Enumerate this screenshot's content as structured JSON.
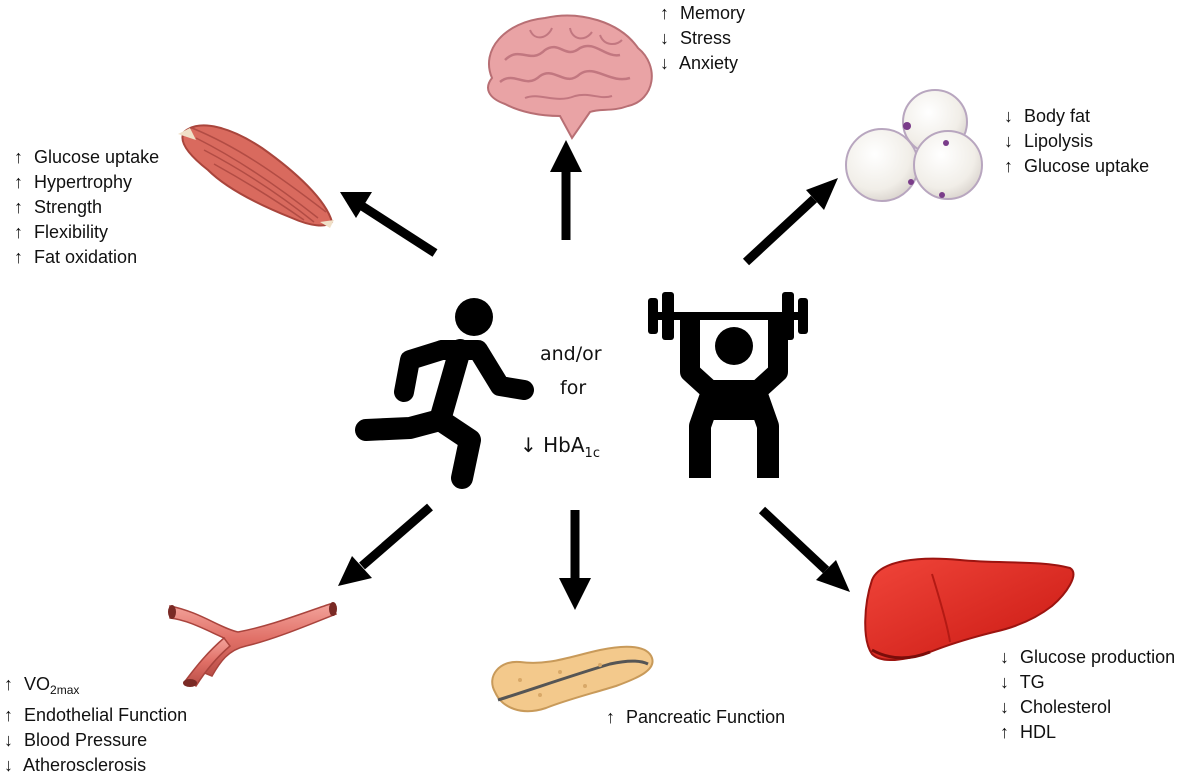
{
  "colors": {
    "arrow": "#000000",
    "brain": "#e8a0a3",
    "muscle": "#d86a5f",
    "fat_cell": "#f4f1ec",
    "vessel": "#e06f66",
    "pancreas": "#f2c98d",
    "liver": "#e8251f",
    "icon": "#000000"
  },
  "icons": {
    "runner": "runner-icon",
    "weightlifter": "weightlifter-icon"
  },
  "center": {
    "connector_line1": "and/or",
    "connector_line2": "for",
    "hba_arrow": "↓",
    "hba_main": "HbA",
    "hba_sub": "1c"
  },
  "brain": [
    {
      "arrow": "↑",
      "text": "Memory"
    },
    {
      "arrow": "↓",
      "text": "Stress"
    },
    {
      "arrow": "↓",
      "text": "Anxiety"
    }
  ],
  "muscle": [
    {
      "arrow": "↑",
      "text": "Glucose uptake"
    },
    {
      "arrow": "↑",
      "text": "Hypertrophy"
    },
    {
      "arrow": "↑",
      "text": "Strength"
    },
    {
      "arrow": "↑",
      "text": "Flexibility"
    },
    {
      "arrow": "↑",
      "text": "Fat oxidation"
    }
  ],
  "adipose": [
    {
      "arrow": "↓",
      "text": "Body fat"
    },
    {
      "arrow": "↓",
      "text": "Lipolysis"
    },
    {
      "arrow": "↑",
      "text": "Glucose uptake"
    }
  ],
  "vessel": {
    "vo2_arrow": "↑",
    "vo2_main": "VO",
    "vo2_sub": "2max",
    "items": [
      {
        "arrow": "↑",
        "text": "Endothelial Function"
      },
      {
        "arrow": "↓",
        "text": "Blood Pressure"
      },
      {
        "arrow": "↓",
        "text": "Atherosclerosis"
      }
    ]
  },
  "pancreas": [
    {
      "arrow": "↑",
      "text": "Pancreatic Function"
    }
  ],
  "liver": [
    {
      "arrow": "↓",
      "text": "Glucose production"
    },
    {
      "arrow": "↓",
      "text": "TG"
    },
    {
      "arrow": "↓",
      "text": "Cholesterol"
    },
    {
      "arrow": "↑",
      "text": "HDL"
    }
  ]
}
